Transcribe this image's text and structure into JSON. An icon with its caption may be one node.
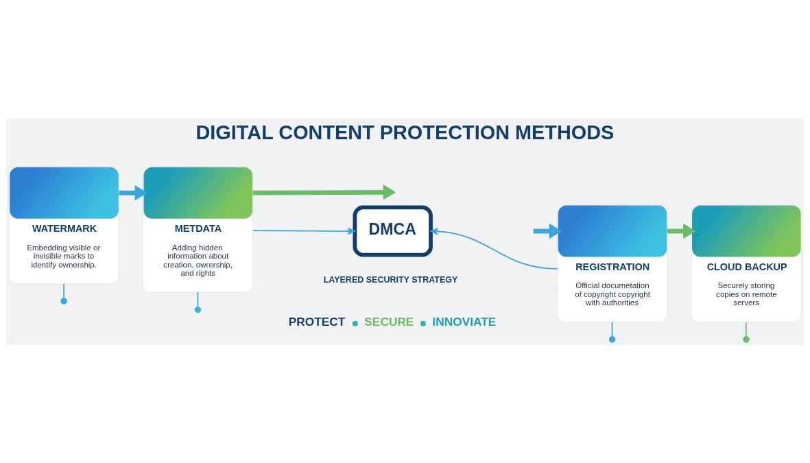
{
  "diagram": {
    "title": "DIGITAL CONTENT PROTECTION METHODS",
    "nodes": [
      {
        "text": [
          "WATERMARK",
          "Embedding visible or invisible marks to identify ownership."
        ]
      },
      {
        "text": [
          "METDATA",
          "Adding hidden information about creation, owrership, and rights"
        ]
      },
      {
        "text": [
          "DMCA"
        ]
      },
      {
        "text": [
          "REGISTRATION",
          "Official documetation of copyright copyright with authorities"
        ]
      },
      {
        "text": [
          "CLOUD BACKUP",
          "Securely storing copies on remote servers"
        ]
      },
      {
        "text": [],
        "shape": "circle"
      },
      {
        "text": [],
        "shape": "circle"
      },
      {
        "text": [],
        "shape": "circle"
      },
      {
        "text": [],
        "shape": "circle"
      }
    ],
    "edges": [
      {
        "from": 0,
        "to": 1,
        "arrow": "to",
        "style": "thick"
      },
      {
        "from": 1,
        "to": null,
        "arrow": "to",
        "style": "thick",
        "color": "#6cbb6a"
      },
      {
        "from": 1,
        "to": 2,
        "arrow": "to"
      },
      {
        "from": null,
        "to": 3,
        "arrow": "to",
        "style": "thick"
      },
      {
        "from": 3,
        "to": 2,
        "arrow": "to"
      },
      {
        "from": 3,
        "to": 4,
        "arrow": "to",
        "style": "thick",
        "color": "#6cbb6a"
      },
      {
        "from": 0,
        "to": 5,
        "arrow": "none"
      },
      {
        "from": 1,
        "to": 6,
        "arrow": "none"
      },
      {
        "from": 3,
        "to": 7,
        "arrow": "none"
      },
      {
        "from": 4,
        "to": 8,
        "arrow": "none",
        "color": "#6cbb6a"
      }
    ],
    "labels": [
      "LAYERED SECURITY STRATEGY",
      "PROTECT",
      "SECURE",
      "INNOVIATE"
    ]
  }
}
